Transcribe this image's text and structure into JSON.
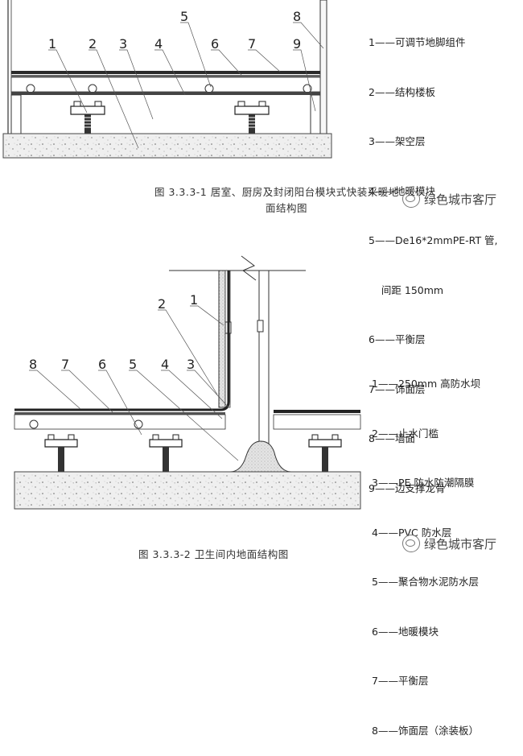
{
  "figure1": {
    "callouts": [
      "1",
      "2",
      "3",
      "4",
      "5",
      "6",
      "7",
      "8",
      "9"
    ],
    "legend": [
      "1——可调节地脚组件",
      "2——结构楼板",
      "3——架空层",
      "4——地暖模块",
      "5——De16*2mmPE-RT 管,",
      "    间距 150mm",
      "6——平衡层",
      "7——饰面层",
      "8——墙面",
      "9——边支撑龙骨"
    ],
    "caption_line1": "图 3.3.3-1 居室、厨房及封闭阳台模块式快装采暖地",
    "caption_line2": "面结构图"
  },
  "figure2": {
    "callouts": [
      "1",
      "2",
      "3",
      "4",
      "5",
      "6",
      "7",
      "8"
    ],
    "legend": [
      "1——250mm 高防水坝",
      "2——止水门槛",
      "3——PE 防水防潮隔膜",
      "4——PVC 防水层",
      "5——聚合物水泥防水层",
      "6——地暖模块",
      "7——平衡层",
      "8——饰面层（涂装板）"
    ],
    "caption": "图 3.3.3-2 卫生间内地面结构图"
  },
  "watermark": {
    "text": "绿色城市客厅",
    "icon": "wechat-icon"
  }
}
